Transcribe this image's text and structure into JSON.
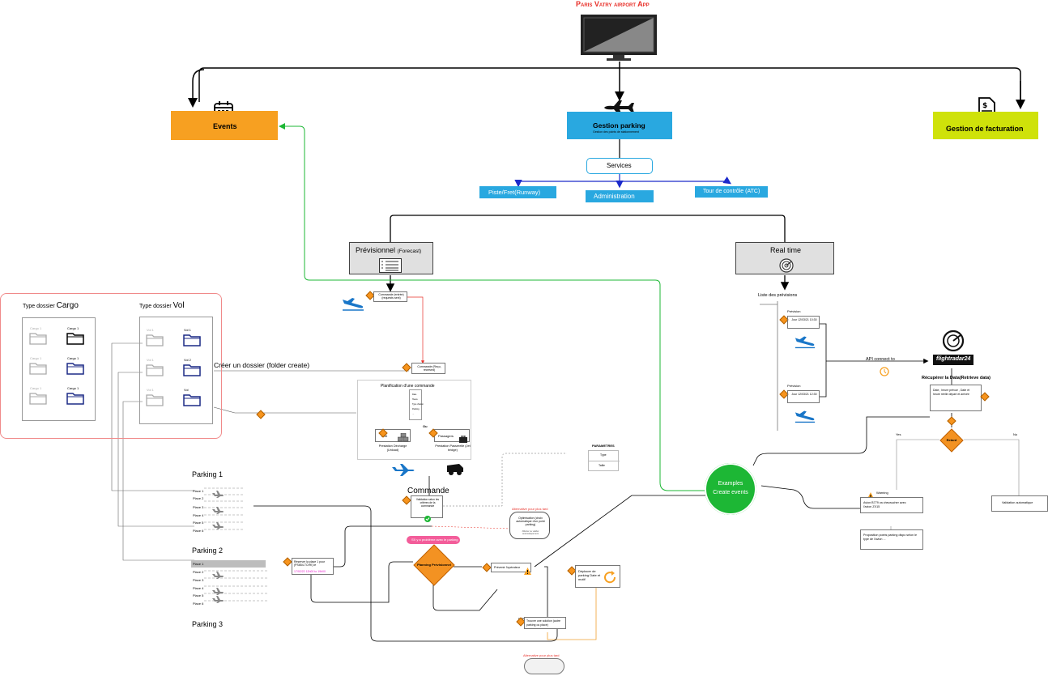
{
  "app_title": "Paris Vatry airport App",
  "top": {
    "events": "Events",
    "gestion_parking": "Gestion parking",
    "gestion_parking_sub": "Gestion des points de stationnement",
    "facturation": "Gestion de facturation"
  },
  "services": {
    "label": "Services",
    "piste": "Piste/Fret(Runway)",
    "admin": "Administration",
    "tour": "Tour de contrôle (ATC)"
  },
  "previsionnel": {
    "title_main": "Prévisionnel",
    "title_sub": "(Forecast)"
  },
  "realtime": {
    "title": "Real time",
    "liste": "Liste des prévisions"
  },
  "dossiers": {
    "cargo_title_pre": "Type dossier ",
    "cargo_title_big": "Cargo",
    "vol_title_pre": "Type dossier ",
    "vol_title_big": "Vol",
    "cargo_grey": [
      "Cargo 1",
      "Cargo 1",
      "Cargo 1"
    ],
    "cargo_dark": [
      "Cargo 1",
      "Cargo 1",
      "Cargo 1"
    ],
    "vol_grey": [
      "Vol 1",
      "Vol 1",
      "Vol 1"
    ],
    "vol_dark": [
      "Vol 1",
      "Vol 2",
      "Vol"
    ],
    "create": "Créer un dossier (folder create)"
  },
  "flow": {
    "commande_entree": "Commande (entrée) (requests sent)",
    "commande_recue": "Commande (Reçu, received)",
    "planif_title": "Planification d'une commande",
    "planif_items": [
      "Date",
      "Heure",
      "Type d'avion",
      "Parking",
      "..."
    ],
    "ou": "Ou",
    "fret": "Fret",
    "passagers": "Passagers",
    "prestation_dech": "Prestation Décharge (Unload)",
    "prestation_pass": "Prestation Passerelle (Jet bridge)",
    "commande": "Commande",
    "validation": "Validation selon les critères de la commande",
    "parametres": "PARAMETRES",
    "param1": "Type",
    "param2": "Taille",
    "alt_plus_tard": "Alternative pour plus tard",
    "optimisation": "Optimisation (choix automatique d'un point parking)",
    "optimisation_sub": "Affecter ou valider automatiquement",
    "probleme": "S'il y a problème avec le parking",
    "planning": "Planning Prévisionnel",
    "reserver": "Réserver la place 1 pour (PS654-TCHK) le",
    "reserver_date": "17/02/22 12h00 to 19h00",
    "prevenir": "Prévenir l'opérateur",
    "deplacer": "Déplacer de parking Date et motif",
    "trouver": "Trouver une solution (autre parking ou place)",
    "alt_plus_tard2": "Alternative pour plus tard"
  },
  "parkings": [
    {
      "title": "Parking 1",
      "places": [
        "Place 1",
        "Place 2",
        "Place 3",
        "Place 4",
        "Place 5",
        "Place 6"
      ]
    },
    {
      "title": "Parking 2",
      "places": [
        "Place 1",
        "Place 2",
        "Place 3",
        "Place 4",
        "Place 5",
        "Place 6"
      ]
    },
    {
      "title": "Parking 3",
      "places": []
    }
  ],
  "realtime_items": [
    {
      "label": "Prévision",
      "text": "Jour 12/03/21 10:30"
    },
    {
      "label": "Prévision",
      "text": "Jour 12/03/21 12:30"
    }
  ],
  "api": {
    "connect": "API connect to",
    "flightradar": "flightradar24",
    "recuperer": "Récupérer la Data(Retrieve data)",
    "data_box": "Date , heure prévue , Date et heure réelle départ et arrivée",
    "retard": "Retard",
    "yes": "Yes",
    "no": "No",
    "warning": "Warning",
    "warning_text": "Avion B779 va chevaucher avec l'avion ZX15",
    "proposition": "Proposition points parking dispo selon le type de l'avion ...",
    "validation_auto": "Validation automatique"
  },
  "examples": {
    "line1": "Examples",
    "line2": "Create events"
  },
  "colors": {
    "title_red": "#e8312a",
    "orange": "#f7a021",
    "blue": "#29a8e0",
    "lime": "#cfe20a",
    "green": "#1db735",
    "diamond": "#f39222",
    "navy": "#1c2a86"
  }
}
